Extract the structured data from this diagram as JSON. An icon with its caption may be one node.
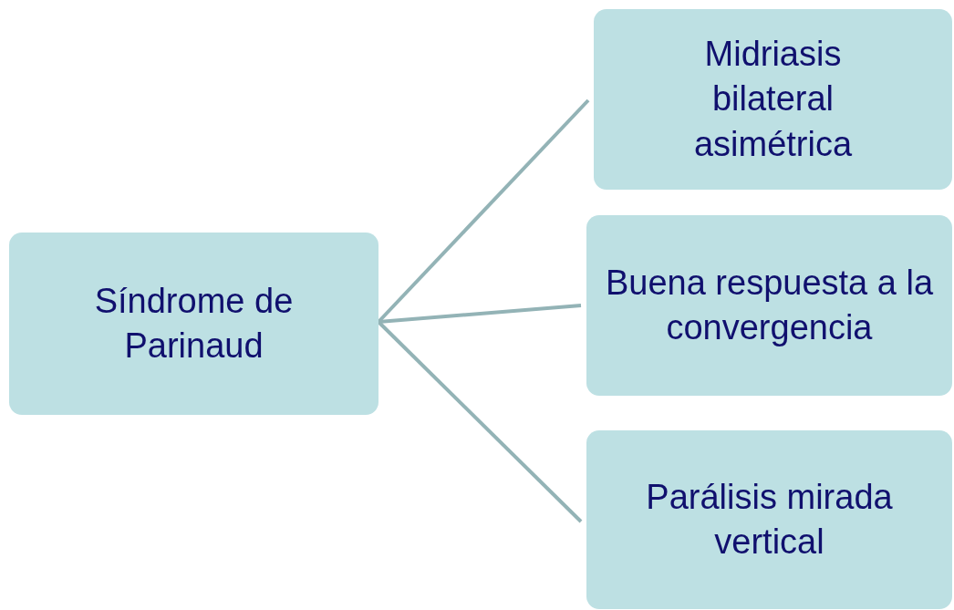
{
  "diagram": {
    "nodes": [
      {
        "text": [
          "Síndrome de Parinaud"
        ]
      },
      {
        "text": [
          "Midriasis bilateral asimétrica"
        ]
      },
      {
        "text": [
          "Buena respuesta a la convergencia"
        ]
      },
      {
        "text": [
          "Parálisis mirada vertical"
        ]
      }
    ],
    "edges": [
      {
        "from": 0,
        "to": 1,
        "arrow": "none"
      },
      {
        "from": 0,
        "to": 2,
        "arrow": "none"
      },
      {
        "from": 0,
        "to": 3,
        "arrow": "none"
      }
    ]
  }
}
